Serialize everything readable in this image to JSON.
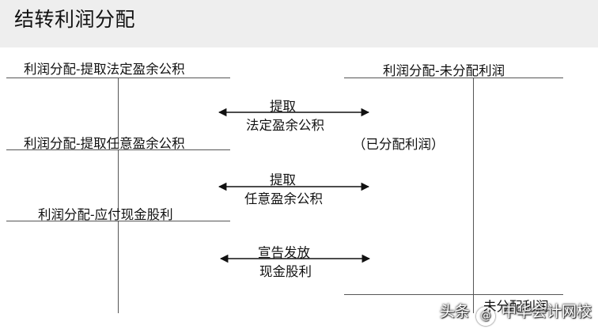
{
  "title": "结转利润分配",
  "accounts": {
    "statutory": "利润分配-提取法定盈余公积",
    "discretionary": "利润分配-提取任意盈余公积",
    "dividends": "利润分配-应付现金股利",
    "undistributed": "利润分配-未分配利润",
    "undistributed_ending": "未分配利润"
  },
  "transfers": [
    {
      "line1": "提取",
      "line2": "法定盈余公积"
    },
    {
      "line1": "提取",
      "line2": "任意盈余公积"
    },
    {
      "line1": "宣告发放",
      "line2": "现金股利"
    }
  ],
  "distributed_note": "（已分配利润）",
  "watermark": {
    "prefix": "头条",
    "suffix": "中华会计网校",
    "icon": "at-sign-icon"
  },
  "colors": {
    "line": "#555555",
    "header_bg": "#eeeeee"
  }
}
